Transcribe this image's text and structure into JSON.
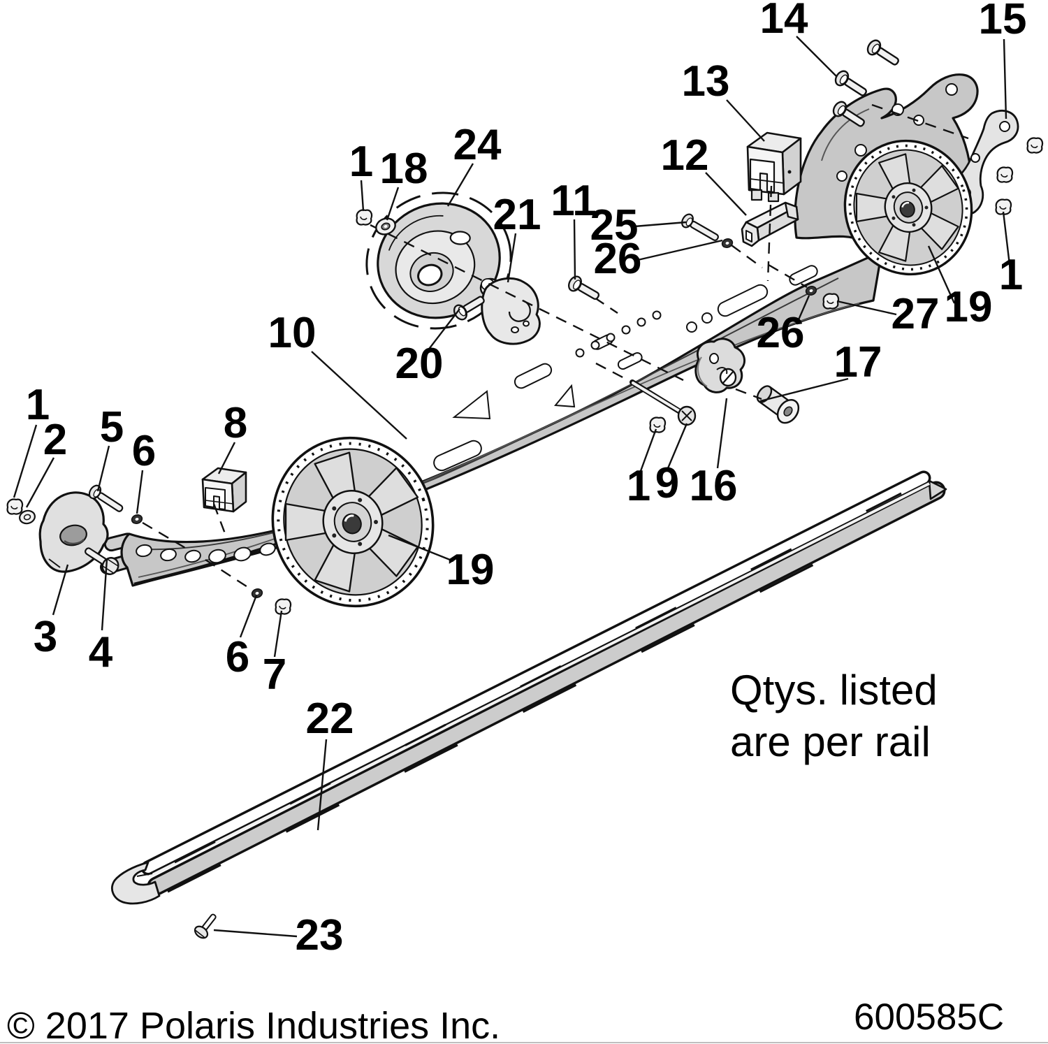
{
  "diagram": {
    "note_line1": "Qtys. listed",
    "note_line2": "are per rail",
    "copyright": "© 2017 Polaris Industries Inc.",
    "document_number": "600585C"
  },
  "colors": {
    "line": "#111111",
    "part_mid_gray": "#c7c7c7",
    "part_light_gray": "#e8e8e8",
    "background": "#ffffff"
  },
  "callouts": [
    {
      "ref": "14"
    },
    {
      "ref": "15"
    },
    {
      "ref": "13"
    },
    {
      "ref": "12"
    },
    {
      "ref": "1"
    },
    {
      "ref": "18"
    },
    {
      "ref": "24"
    },
    {
      "ref": "21"
    },
    {
      "ref": "11"
    },
    {
      "ref": "25"
    },
    {
      "ref": "26"
    },
    {
      "ref": "10"
    },
    {
      "ref": "20"
    },
    {
      "ref": "27"
    },
    {
      "ref": "19"
    },
    {
      "ref": "1"
    },
    {
      "ref": "26"
    },
    {
      "ref": "17"
    },
    {
      "ref": "16"
    },
    {
      "ref": "9"
    },
    {
      "ref": "1"
    },
    {
      "ref": "1"
    },
    {
      "ref": "2"
    },
    {
      "ref": "5"
    },
    {
      "ref": "6"
    },
    {
      "ref": "8"
    },
    {
      "ref": "3"
    },
    {
      "ref": "4"
    },
    {
      "ref": "6"
    },
    {
      "ref": "7"
    },
    {
      "ref": "19"
    },
    {
      "ref": "22"
    },
    {
      "ref": "23"
    }
  ]
}
